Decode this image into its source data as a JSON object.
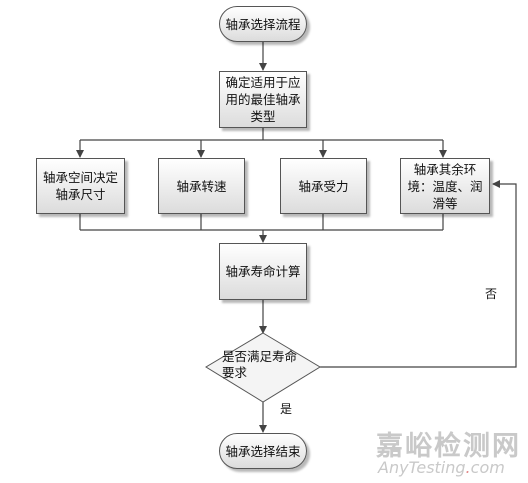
{
  "nodes": {
    "start": "轴承选择流程",
    "determine": "确定适用于应用的最佳轴承类型",
    "space": "轴承空间决定轴承尺寸",
    "speed": "轴承转速",
    "load": "轴承受力",
    "env": "轴承其余环境：温度、润滑等",
    "calc": "轴承寿命计算",
    "decision": "是否满足寿命要求",
    "end": "轴承选择结束"
  },
  "edges": {
    "no": "否",
    "yes": "是"
  },
  "watermark": {
    "cn": "嘉峪检测网",
    "en_part1": "AnyTesting",
    "en_dot": ".",
    "en_part2": "com"
  },
  "colors": {
    "line": "#444444",
    "box_border": "#555555",
    "watermark": "#c9c9c9"
  }
}
